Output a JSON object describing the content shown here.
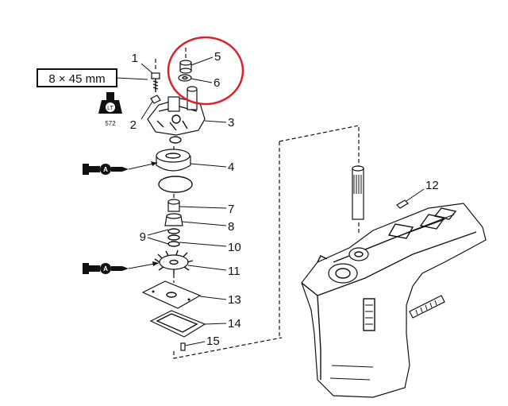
{
  "bolt_spec": "8 × 45 mm",
  "loctite": {
    "badge": "LT",
    "code": "572"
  },
  "grease_badge": "A",
  "highlight_color": "#d9232a",
  "callouts": [
    "1",
    "2",
    "3",
    "4",
    "5",
    "6",
    "7",
    "8",
    "9",
    "10",
    "11",
    "12",
    "13",
    "14",
    "15"
  ]
}
